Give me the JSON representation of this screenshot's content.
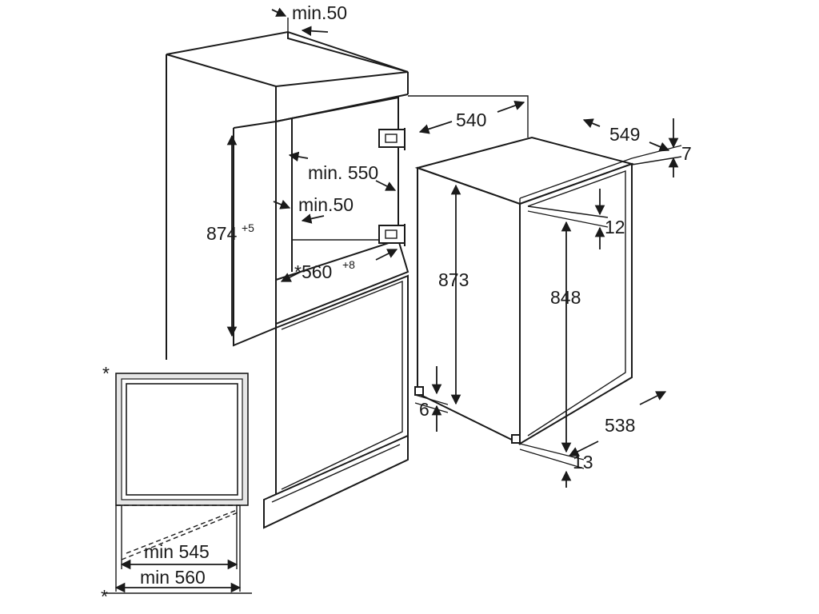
{
  "dimensions": {
    "top_clearance": "min.50",
    "niche_height": "874",
    "niche_height_tol": "+5",
    "niche_depth": "min. 550",
    "side_gap": "min.50",
    "niche_width": "*560",
    "niche_width_tol": "+8",
    "door_width": "540",
    "appliance_depth": "549",
    "top_offset": "7",
    "door_drop": "12",
    "appliance_height": "873",
    "door_height": "848",
    "foot_height": "6",
    "appliance_width": "538",
    "bottom_offset": "13",
    "plan_inner_width": "min 545",
    "plan_outer_width": "min 560"
  },
  "footnote_marker": "*",
  "footnote_marker_bottom": "*"
}
